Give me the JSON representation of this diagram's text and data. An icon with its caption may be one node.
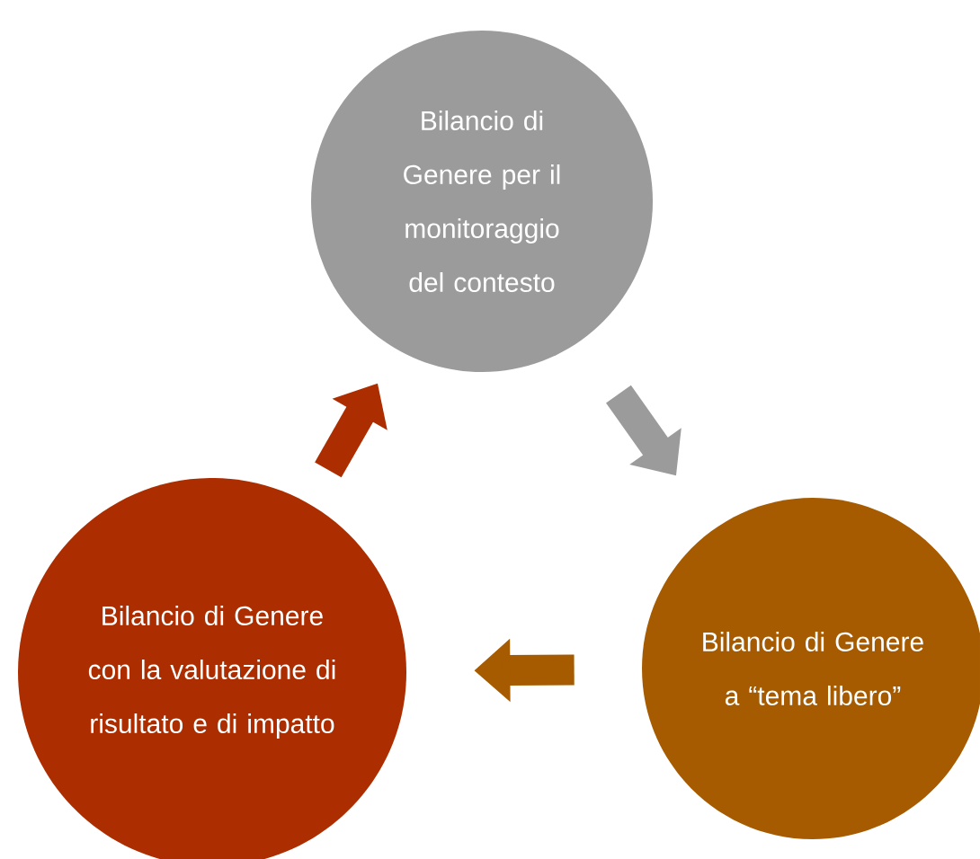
{
  "diagram": {
    "nodes": [
      {
        "text": [
          "Bilancio di Genere per il monitoraggio del contesto"
        ]
      },
      {
        "text": [
          "Bilancio di Genere a “tema libero”"
        ]
      },
      {
        "text": [
          "Bilancio di Genere con la valutazione di risultato e di impatto"
        ]
      }
    ],
    "edges": [
      {
        "from": 0,
        "to": 1,
        "arrow": "to",
        "color": "#9b9b9b"
      },
      {
        "from": 1,
        "to": 2,
        "arrow": "to",
        "color": "#a65b00"
      },
      {
        "from": 2,
        "to": 0,
        "arrow": "to",
        "color": "#ac2e00"
      }
    ]
  }
}
